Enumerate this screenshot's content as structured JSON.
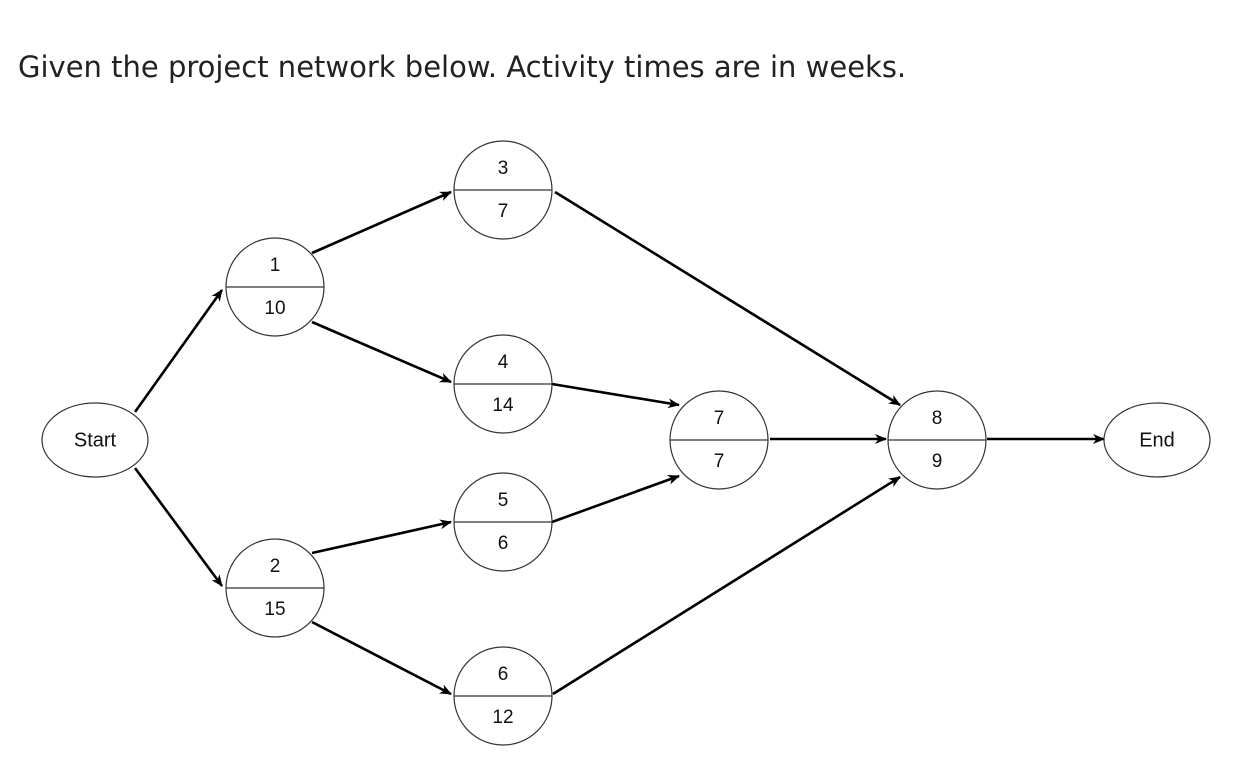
{
  "intro_text": "Given the project network below. Activity times are in weeks.",
  "start_label": "Start",
  "end_label": "End",
  "activities": [
    {
      "id": "1",
      "time": "10"
    },
    {
      "id": "2",
      "time": "15"
    },
    {
      "id": "3",
      "time": "7"
    },
    {
      "id": "4",
      "time": "14"
    },
    {
      "id": "5",
      "time": "6"
    },
    {
      "id": "6",
      "time": "12"
    },
    {
      "id": "7",
      "time": "7"
    },
    {
      "id": "8",
      "time": "9"
    }
  ],
  "dependencies": [
    [
      "start",
      "1"
    ],
    [
      "start",
      "2"
    ],
    [
      "1",
      "3"
    ],
    [
      "1",
      "4"
    ],
    [
      "2",
      "5"
    ],
    [
      "2",
      "6"
    ],
    [
      "3",
      "8"
    ],
    [
      "4",
      "7"
    ],
    [
      "5",
      "7"
    ],
    [
      "6",
      "8"
    ],
    [
      "7",
      "8"
    ],
    [
      "8",
      "end"
    ]
  ]
}
